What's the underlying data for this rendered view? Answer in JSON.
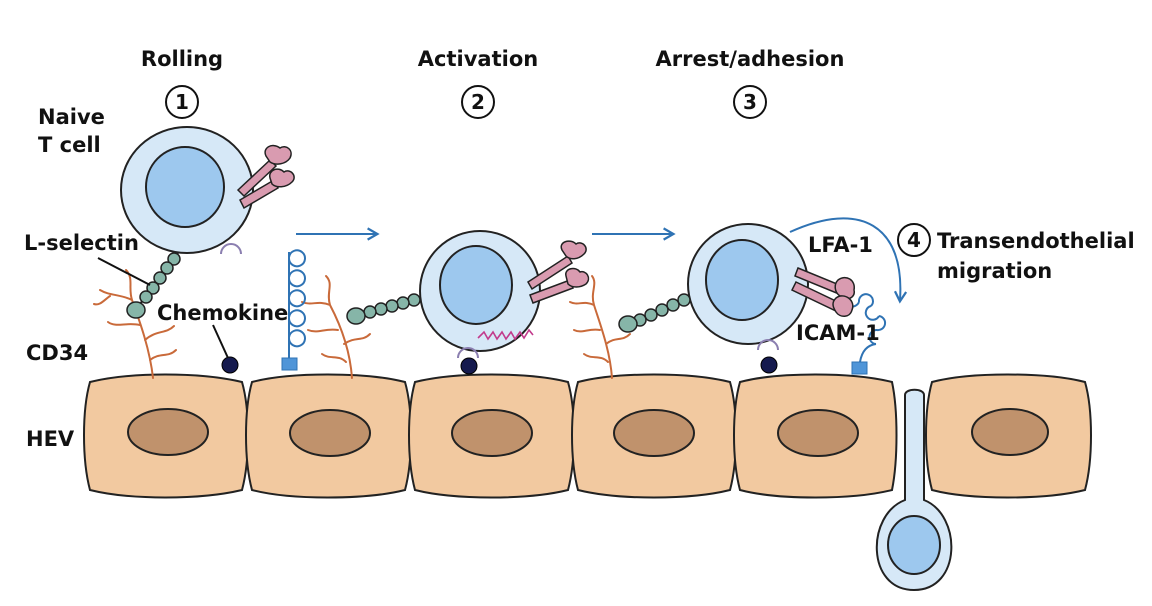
{
  "steps": [
    {
      "label": "Rolling",
      "number": "1"
    },
    {
      "label": "Activation",
      "number": "2"
    },
    {
      "label": "Arrest/adhesion",
      "number": "3"
    },
    {
      "label": "Transendothelial",
      "label2": "migration",
      "number": "4"
    }
  ],
  "labels": {
    "naive_line1": "Naive",
    "naive_line2": "T cell",
    "l_selectin": "L-selectin",
    "chemokine": "Chemokine",
    "cd34": "CD34",
    "hev": "HEV",
    "lfa1": "LFA-1",
    "icam1": "ICAM-1"
  },
  "colors": {
    "endothelium_fill": "#f2c9a0",
    "endothelium_nucleus": "#c0926c",
    "cell_fill": "#d6e8f7",
    "cell_nucleus": "#9dc8ee",
    "lselectin_bead": "#86b5a8",
    "cd34": "#c96a3a",
    "chemokine_dot": "#151a4e",
    "integrin": "#d99bb0",
    "icam": "#2f73b4",
    "arrow": "#2f73b4",
    "activation_signal": "#c23a8c"
  }
}
